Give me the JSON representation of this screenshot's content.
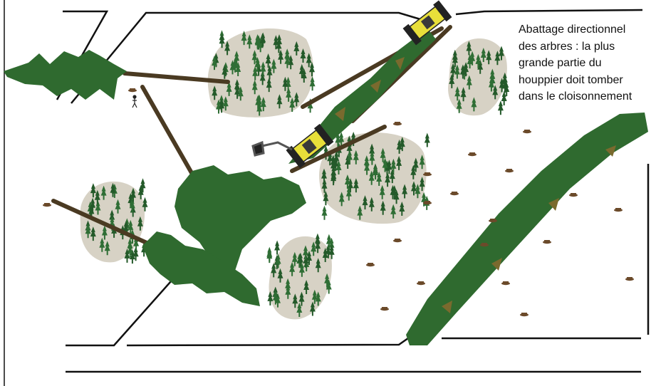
{
  "caption": {
    "lines": [
      "Abattage directionnel",
      "des arbres : la plus",
      "grande partie du",
      "houppier doit tomber",
      "dans le cloisonnement"
    ]
  },
  "colors": {
    "background": "#ffffff",
    "road_line": "#111111",
    "forest_patch": "#d7d2c5",
    "conifer": "#2f6e35",
    "conifer_dark": "#245a2a",
    "felled_tree": "#2f6a2f",
    "trunk": "#4a3a22",
    "brush_brown": "#7a6a2e",
    "stump": "#6b4a2a",
    "machine_body": "#e8df3a",
    "machine_dark": "#222222"
  },
  "icons": [
    "harvester-icon",
    "forwarder-icon",
    "crane-grapple-icon",
    "person-icon",
    "stump-icon",
    "conifer-icon"
  ]
}
